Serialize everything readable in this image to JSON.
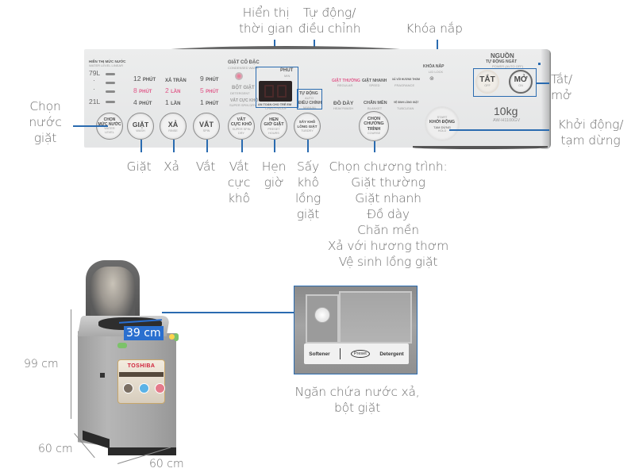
{
  "callouts": {
    "time_display": "Hiển thị\nthời gian",
    "auto_manual": "Tự động/\nđiều chỉnh",
    "lid_lock": "Khóa nắp",
    "water_level": "Chọn\nnước\ngiặt",
    "power": "Tắt/\nmở",
    "start_pause": "Khởi động/\ntạm dừng",
    "wash": "Giặt",
    "rinse": "Xả",
    "spin": "Vắt",
    "super_spin": "Vắt\ncực\nkhô",
    "timer": "Hẹn\ngiờ",
    "tub_dry": "Sấy\nkhô\nlồng\ngiặt",
    "program": "Chọn chương trình:\nGiặt thường\nGiặt nhanh\nĐồ dày\nChăn mền\nXả với hương thơm\nVệ sinh lồng giặt",
    "drawer": "Ngăn chứa nước xả,\nbột giặt"
  },
  "panel": {
    "water_level_title": "HIỂN THỊ MỨC NƯỚC",
    "water_level_sub": "WATER LEVEL LINEAR",
    "level_high": "79L",
    "level_low": "21L",
    "wash_times": [
      {
        "value": "12",
        "unit": "PHÚT",
        "sub": "MIN",
        "highlight": false
      },
      {
        "value": "8",
        "unit": "PHÚT",
        "sub": "MIN",
        "highlight": true
      },
      {
        "value": "4",
        "unit": "PHÚT",
        "sub": "MIN",
        "highlight": false
      }
    ],
    "rinse_times": [
      {
        "value": "XẢ TRÀN",
        "unit": "",
        "sub": "OVER FLOW",
        "highlight": false
      },
      {
        "value": "2",
        "unit": "LẦN",
        "sub": "TIMES",
        "highlight": true
      },
      {
        "value": "1",
        "unit": "LẦN",
        "sub": "TIMES",
        "highlight": false
      }
    ],
    "spin_times": [
      {
        "value": "9",
        "unit": "PHÚT",
        "sub": "MIN",
        "highlight": false
      },
      {
        "value": "5",
        "unit": "PHÚT",
        "sub": "MIN",
        "highlight": true
      },
      {
        "value": "1",
        "unit": "PHÚT",
        "sub": "MIN",
        "highlight": false
      }
    ],
    "condensed": "GIẶT CÔ ĐẶC",
    "condensed_sub": "CONDENSED WASH",
    "detergent": "BỘT GIẶT",
    "detergent_sub": "DETERGENT",
    "super_spin_dry": "VẮT CỰC KHÔ",
    "super_spin_dry_sub": "SUPER SPIN DRY",
    "display_unit": "PHÚT",
    "display_unit_sub": "MIN",
    "child_lock": "AN TOÀN CHO TRẺ EM",
    "child_lock_sub": "CHILD PROOF",
    "auto": "TỰ ĐỘNG",
    "auto_sub": "AUTO",
    "manual": "ĐIỀU CHỈNH",
    "manual_sub": "MANUAL",
    "programs": [
      {
        "label": "GIẶT THƯỜNG",
        "sub": "REGULAR",
        "highlight": true
      },
      {
        "label": "GIẶT NHANH",
        "sub": "SPEED",
        "highlight": false
      },
      {
        "label": "XẢ VỚI HƯƠNG THƠM",
        "sub": "FRAGRANCE",
        "highlight": false
      },
      {
        "label": "ĐỒ DÀY",
        "sub": "HEAVYWASH",
        "highlight": false
      },
      {
        "label": "CHĂN MỀN",
        "sub": "BLANKET",
        "highlight": false
      },
      {
        "label": "VỆ SINH LỒNG GIẶT",
        "sub": "TUBCLEAN",
        "highlight": false
      }
    ],
    "lid_lock": "KHÓA NẮP",
    "lid_lock_sub": "LID LOCK",
    "power_title": "NGUỒN",
    "power_auto": "TỰ ĐỘNG NGẮT",
    "power_auto_sub": "POWER (AUTO OFF)",
    "capacity": "10kg",
    "model": "AW-H1100GV",
    "buttons": {
      "water_level": {
        "main": "CHỌN\nMỨC NƯỚC",
        "sub": "WATER\nLEVEL"
      },
      "wash": {
        "main": "GIẶT",
        "sub": "WASH"
      },
      "rinse": {
        "main": "XẢ",
        "sub": "RINSE"
      },
      "spin": {
        "main": "VẮT",
        "sub": "SPIN"
      },
      "super_spin": {
        "main": "VẮT\nCỰC KHÔ",
        "sub": "SUPER SPIN\nDRY"
      },
      "timer": {
        "main": "HẸN\nGIỜ GIẶT",
        "sub": "PRESET\nHOURS"
      },
      "tub_dry": {
        "main": "SẤY KHÔ\nLỒNG GIẶT",
        "sub": "TUBDRY"
      },
      "program": {
        "main": "CHỌN\nCHƯƠNG\nTRÌNH",
        "sub": "COURSE"
      },
      "start": {
        "top": "START",
        "main": "KHỞI ĐỘNG",
        "hold": "TẠM DỪNG",
        "hold_sub": "HOLD"
      },
      "off": {
        "main": "TẮT",
        "sub": "OFF"
      },
      "on": {
        "main": "MỞ",
        "sub": "ON"
      }
    }
  },
  "dimensions": {
    "height": "99 cm",
    "depth": "60 cm",
    "width": "60 cm",
    "tub_diameter": "39 cm"
  },
  "product": {
    "brand": "TOSHIBA"
  },
  "drawer": {
    "softener": "Softener",
    "preset": "Preset",
    "detergent": "Detergent"
  },
  "colors": {
    "callout_line": "#2a6bb0",
    "highlight_pink": "#e05a8a",
    "dimension_tag": "#2a6fcf"
  }
}
